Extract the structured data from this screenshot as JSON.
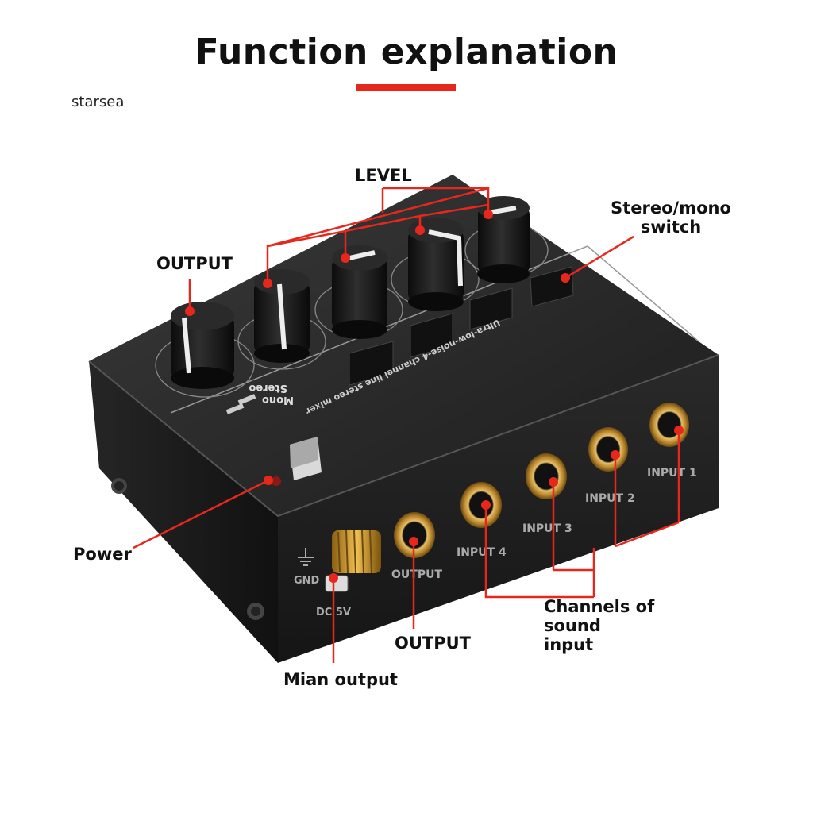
{
  "header": {
    "title": "Function explanation",
    "brand": "starsea",
    "accent_color": "#e8271c"
  },
  "callouts": {
    "level": "LEVEL",
    "output_top": "OUTPUT",
    "stereo_mono": "Stereo/mono switch",
    "power": "Power",
    "channels": "Channels of sound input",
    "output_bottom": "OUTPUT",
    "main_output": "Mian output"
  },
  "device": {
    "model_text": "Ultra-low-noise-4 channel line stereo mixer",
    "front_labels": {
      "gnd": "GND",
      "dc": "DC 5V",
      "output": "OUTPUT",
      "input4": "INPUT 4",
      "input3": "INPUT 3",
      "input2": "INPUT 2",
      "input1": "INPUT 1"
    },
    "switch_labels": {
      "mono": "Mono",
      "stereo": "Stereo"
    }
  }
}
